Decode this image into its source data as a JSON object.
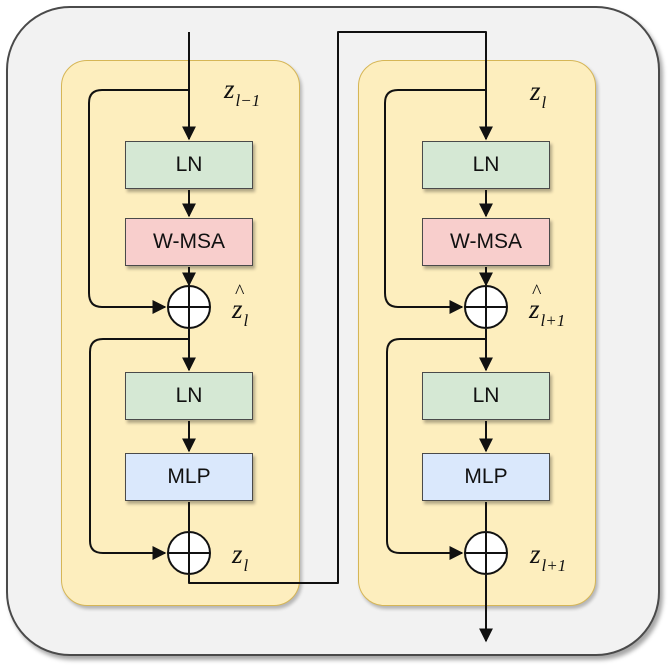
{
  "blocks": [
    {
      "input_label": {
        "var": "z",
        "sub": "l−1",
        "hat": false
      },
      "ln1": "LN",
      "attention": "W-MSA",
      "mid_label": {
        "var": "z",
        "sub": "l",
        "hat": true
      },
      "ln2": "LN",
      "mlp": "MLP",
      "output_label": {
        "var": "z",
        "sub": "l",
        "hat": false
      }
    },
    {
      "input_label": {
        "var": "z",
        "sub": "l",
        "hat": false
      },
      "ln1": "LN",
      "attention": "W-MSA",
      "mid_label": {
        "var": "z",
        "sub": "l+1",
        "hat": true
      },
      "ln2": "LN",
      "mlp": "MLP",
      "output_label": {
        "var": "z",
        "sub": "l+1",
        "hat": false
      }
    }
  ],
  "colors": {
    "outer_background": "#f2f2f2",
    "block_fill": "#fdeebe",
    "block_border": "#d6b656",
    "ln_fill": "#d5e8d4",
    "msa_fill": "#f8cecc",
    "mlp_fill": "#dae8fc",
    "line": "#111111"
  },
  "icons": {
    "adder": "circled-plus-icon",
    "arrow": "arrowhead-icon"
  }
}
